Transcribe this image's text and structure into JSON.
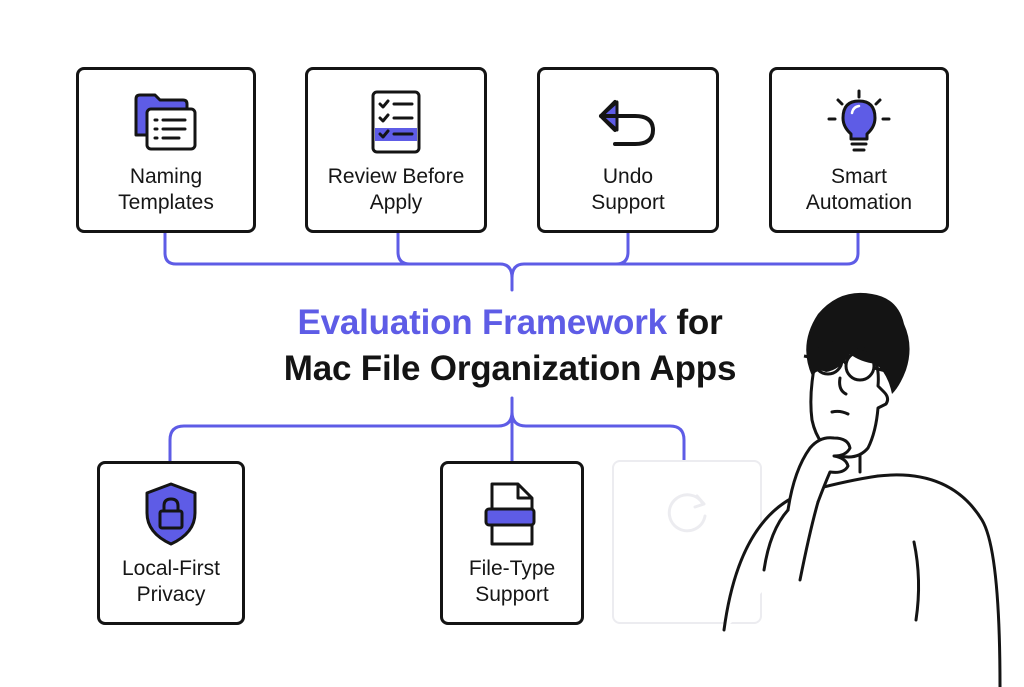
{
  "title": {
    "accent": "Evaluation Framework",
    "rest_line1": "for",
    "line2": "Mac File Organization Apps"
  },
  "top_cards": [
    {
      "line1": "Naming",
      "line2": "Templates",
      "icon": "folder-list-icon"
    },
    {
      "line1": "Review Before",
      "line2": "Apply",
      "icon": "checklist-icon"
    },
    {
      "line1": "Undo",
      "line2": "Support",
      "icon": "undo-arrow-icon"
    },
    {
      "line1": "Smart",
      "line2": "Automation",
      "icon": "lightbulb-icon"
    }
  ],
  "bottom_cards": [
    {
      "line1": "Local-First",
      "line2": "Privacy",
      "icon": "shield-lock-icon"
    },
    {
      "line1": "File-Type",
      "line2": "Support",
      "icon": "file-type-icon"
    },
    {
      "line1": "",
      "line2": "",
      "icon": "refresh-icon"
    }
  ],
  "colors": {
    "accent": "#5e5ce6",
    "ink": "#141414",
    "faded": "#ececf0"
  }
}
